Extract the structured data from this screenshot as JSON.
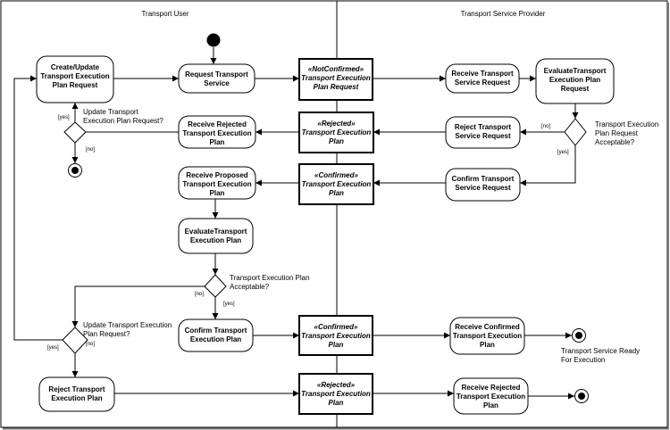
{
  "lanes": {
    "left": "Transport User",
    "right": "Transport Service Provider"
  },
  "actions": {
    "create": [
      "Create/Update",
      "Transport Execution",
      "Plan Request"
    ],
    "request": [
      "Request Transport",
      "Service"
    ],
    "receiveRejectedTop": [
      "Receive Rejected",
      "Transport Execution",
      "Plan"
    ],
    "receiveProposed": [
      "Receive Proposed",
      "Transport Execution",
      "Plan"
    ],
    "evaluateUser": [
      "EvaluateTransport",
      "Execution Plan"
    ],
    "confirmUser": [
      "Confirm Transport",
      "Execution Plan"
    ],
    "rejectUser": [
      "Reject Transport",
      "Execution Plan"
    ],
    "receiveReq": [
      "Receive Transport",
      "Service Request"
    ],
    "evaluateProv": [
      "EvaluateTransport",
      "Execution Plan",
      "Request"
    ],
    "rejectProv": [
      "Reject Transport",
      "Service Request"
    ],
    "confirmProv": [
      "Confirm Transport",
      "Service Request"
    ],
    "receiveConfirmed": [
      "Receive Confirmed",
      "Transport Execution",
      "Plan"
    ],
    "receiveRejectedBottom": [
      "Receive Rejected",
      "Transport Execution",
      "Plan"
    ]
  },
  "objects": {
    "notConfirmed": [
      "«NotConfirmed»",
      "Transport Execution",
      "Plan Request"
    ],
    "rejected1": [
      "«Rejected»",
      "Transport Execution",
      "Plan"
    ],
    "confirmed1": [
      "«Confirmed»",
      "Transport Execution",
      "Plan"
    ],
    "confirmed2": [
      "«Confirmed»",
      "Transport Execution",
      "Plan"
    ],
    "rejected2": [
      "«Rejected»",
      "Transport Execution",
      "Plan"
    ]
  },
  "notes": {
    "updateQ1": [
      "Update Transport",
      "Execution Plan Request?"
    ],
    "provQ": [
      "Transport Execution",
      "Plan Request",
      "Acceptable?"
    ],
    "userQ": [
      "Transport Execution Plan",
      "Acceptable?"
    ],
    "updateQ2": [
      "Update Transport Execution",
      "Plan Request?"
    ],
    "ready": [
      "Transport Service Ready",
      "For Execution"
    ]
  },
  "guards": {
    "d1_yes": "[yes]",
    "d1_no": "[no]",
    "d2_no": "[no]",
    "d2_yes": "[yes]",
    "d3_no": "[no]",
    "d3_yes": "[yes]",
    "d4_no": "[no]",
    "d4_yes": "[yes]"
  }
}
